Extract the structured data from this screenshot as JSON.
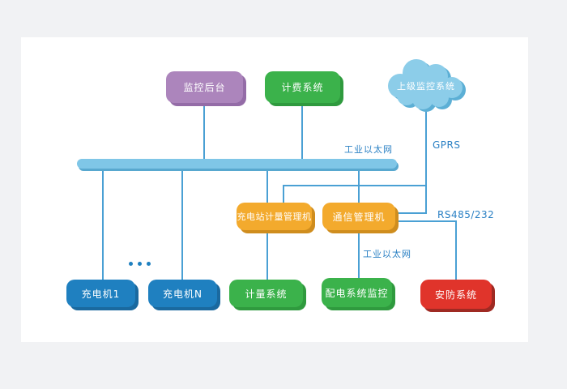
{
  "diagram": {
    "type": "network-architecture",
    "nodes": {
      "monitor_backend": {
        "label": "监控后台",
        "color": "#ac85bc"
      },
      "billing_system": {
        "label": "计费系统",
        "color": "#3bb24b"
      },
      "upper_monitor": {
        "label": "上级监控系统",
        "color": "#8ccde9",
        "shape": "cloud"
      },
      "metering_manager": {
        "label": "充电站计量管理机",
        "color": "#f3aa2d"
      },
      "comm_manager": {
        "label": "通信管理机",
        "color": "#f3aa2d"
      },
      "charger_1": {
        "label": "充电机1",
        "color": "#1f80c0"
      },
      "charger_n": {
        "label": "充电机N",
        "color": "#1f80c0"
      },
      "metering_system": {
        "label": "计量系统",
        "color": "#3bb24b"
      },
      "distribution_monitor": {
        "label": "配电系统监控",
        "color": "#3bb24b"
      },
      "security_system": {
        "label": "安防系统",
        "color": "#e0342b"
      }
    },
    "edge_labels": {
      "industrial_ethernet_bus": "工业以太网",
      "gprs": "GPRS",
      "rs485_232": "RS485/232",
      "industrial_ethernet_link": "工业以太网"
    },
    "edges": [
      {
        "from": "monitor_backend",
        "to": "ethernet_bus"
      },
      {
        "from": "billing_system",
        "to": "ethernet_bus"
      },
      {
        "from": "upper_monitor",
        "to": "metering_manager",
        "label": "GPRS"
      },
      {
        "from": "upper_monitor",
        "to": "comm_manager",
        "label": "GPRS"
      },
      {
        "from": "ethernet_bus",
        "to": "charger_1"
      },
      {
        "from": "ethernet_bus",
        "to": "charger_n"
      },
      {
        "from": "ethernet_bus",
        "to": "metering_manager"
      },
      {
        "from": "ethernet_bus",
        "to": "comm_manager"
      },
      {
        "from": "metering_manager",
        "to": "metering_system"
      },
      {
        "from": "comm_manager",
        "to": "distribution_monitor",
        "label": "工业以太网"
      },
      {
        "from": "comm_manager",
        "to": "security_system",
        "label": "RS485/232"
      }
    ],
    "colors": {
      "background": "#f1f2f4",
      "canvas": "#ffffff",
      "bus_fill": "#7fc6e7",
      "bus_shadow": "#58a8cf",
      "line": "#4aa0d4",
      "label_text": "#2a80c4",
      "node_text": "#ffffff",
      "cloud_fill": "#8ccde9",
      "cloud_shadow": "#5cafd5"
    }
  }
}
